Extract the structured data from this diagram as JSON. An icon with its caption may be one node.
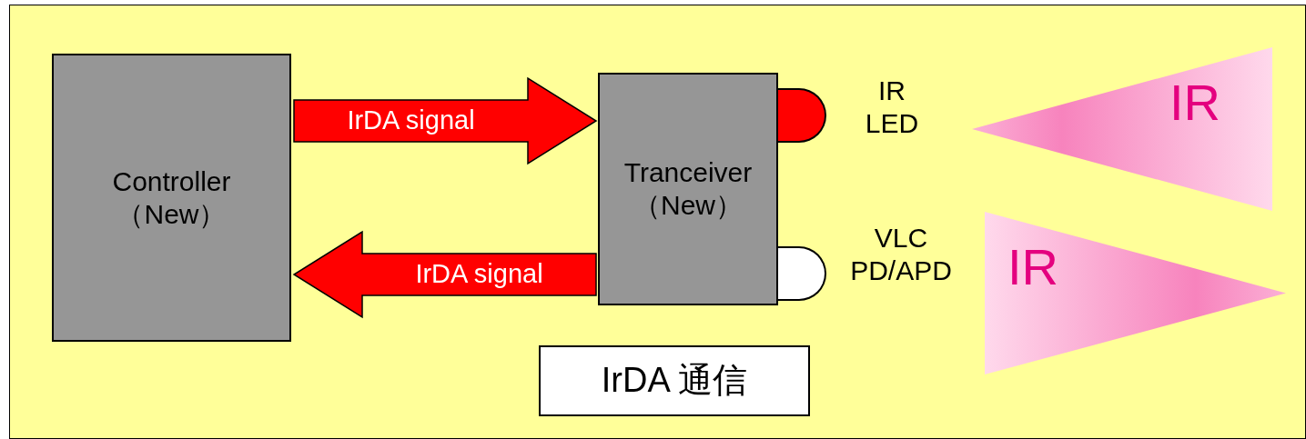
{
  "diagram": {
    "nodes": [
      {
        "text": [
          "Controller （New）"
        ]
      },
      {
        "text": [
          "Tranceiver （New）"
        ]
      },
      {
        "text": [],
        "shape": "semicircle",
        "beside": [
          "IR LED"
        ]
      },
      {
        "text": [],
        "shape": "semicircle",
        "beside": [
          "VLC PD/APD"
        ]
      },
      {
        "text": [
          "IR"
        ]
      },
      {
        "text": [
          "IR"
        ]
      },
      {
        "text": [
          "IrDA 通信"
        ]
      }
    ],
    "edges": [
      {
        "from": 0,
        "to": 1,
        "arrow": "to",
        "label": "IrDA signal"
      },
      {
        "from": 1,
        "to": 0,
        "arrow": "to",
        "label": "IrDA signal"
      }
    ]
  }
}
